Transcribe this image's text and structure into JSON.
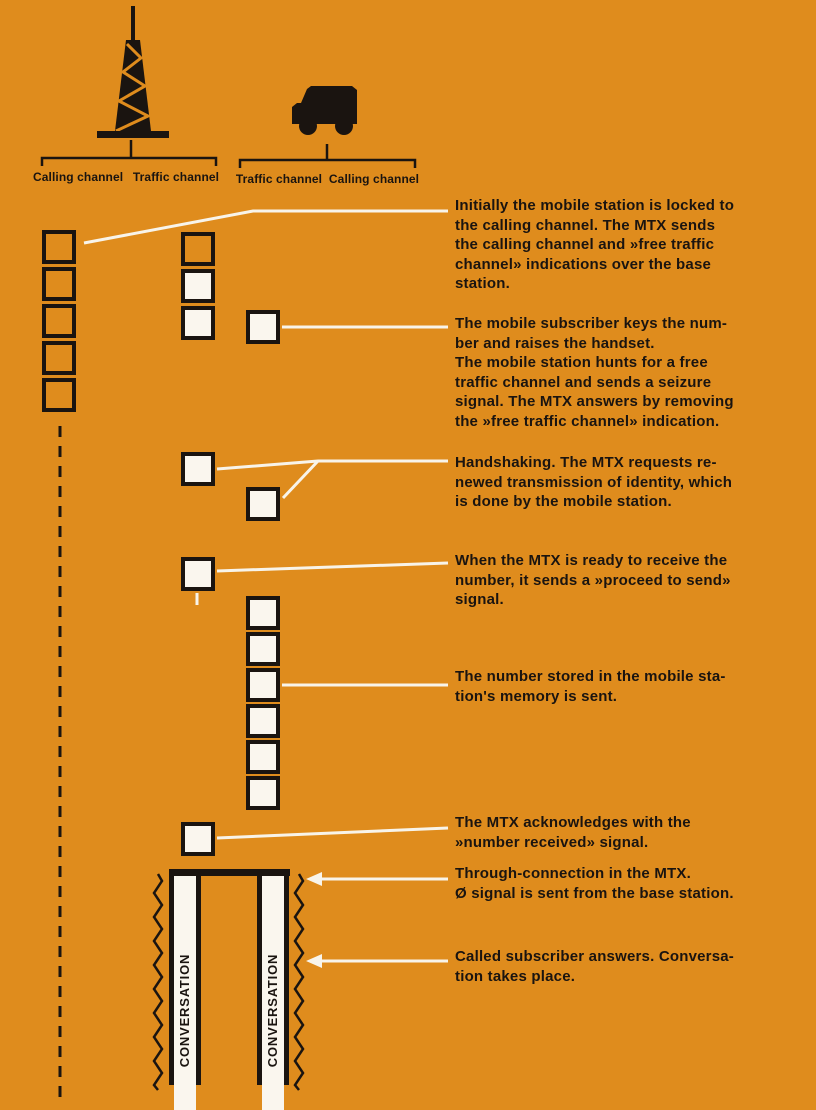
{
  "colors": {
    "background": "#DF8C1D",
    "ink": "#1A1410",
    "paper_white": "#FAF6EE",
    "connector_white": "#F8F4EA"
  },
  "icons": {
    "base_station": "radio-tower-icon",
    "mobile_station": "truck-icon"
  },
  "base_station": {
    "bracket_labels": [
      "Calling channel",
      "Traffic channel"
    ]
  },
  "mobile_station": {
    "bracket_labels": [
      "Traffic channel",
      "Calling channel"
    ]
  },
  "annotations": [
    "Initially the mobile station is locked to\nthe calling channel. The MTX sends\nthe calling channel and »free traffic\nchannel» indications over the base\nstation.",
    "The mobile subscriber keys the num-\nber and raises the handset.\nThe mobile station hunts for a free\ntraffic channel and sends a seizure\nsignal. The MTX answers by removing\nthe »free traffic channel» indication.",
    "Handshaking. The MTX requests re-\nnewed transmission of identity, which\nis done by the mobile station.",
    "When the MTX is ready to receive the\nnumber, it sends a »proceed to send»\nsignal.",
    "The number stored in the mobile sta-\ntion's memory is sent.",
    "The MTX acknowledges with the\n»number received» signal.",
    "Through-connection in the MTX.\nØ signal is sent from the base station.",
    "Called subscriber answers. Conversa-\ntion takes place."
  ],
  "conversation": {
    "left_label": "CONVERSATION",
    "right_label": "CONVERSATION"
  }
}
